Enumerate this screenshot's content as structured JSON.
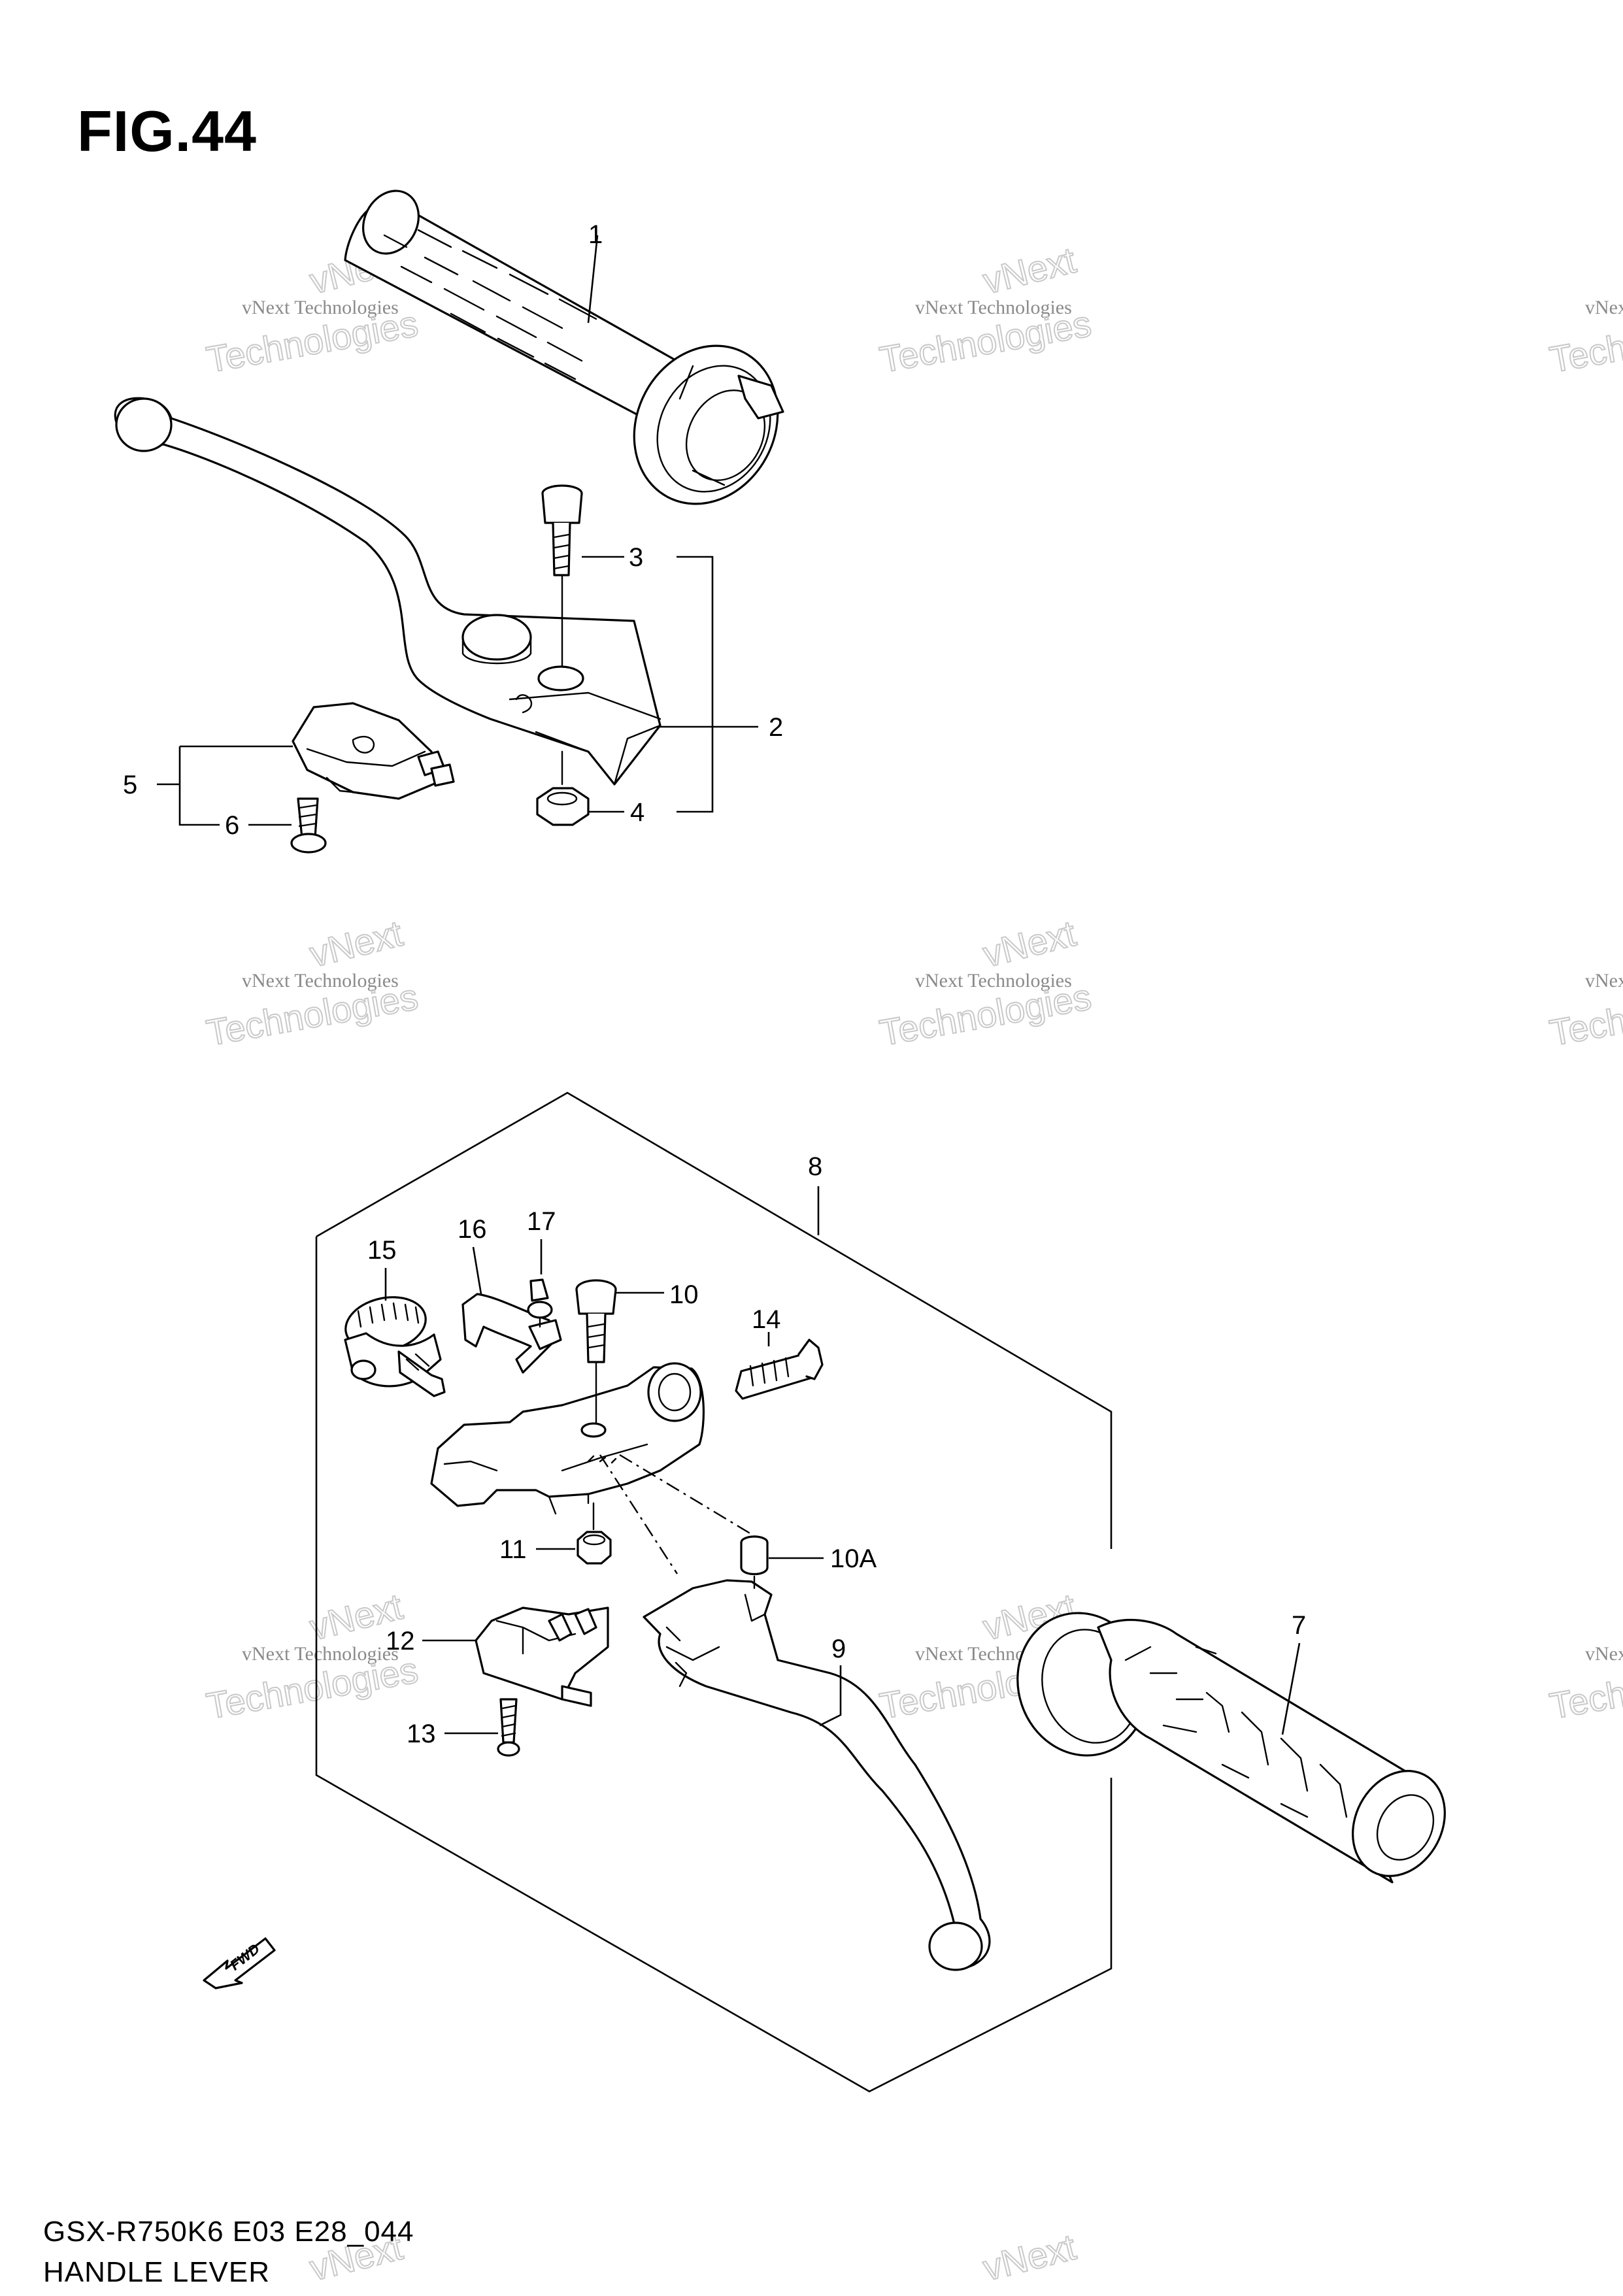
{
  "figure": {
    "title": "FIG.44",
    "model_code": "GSX-R750K6 E03 E28_044",
    "name": "HANDLE LEVER"
  },
  "watermark": {
    "line1": "vNext Technologies",
    "line2": "vNext",
    "line3": "Technologies"
  },
  "direction_badge": "FWD",
  "callouts": {
    "p1": "1",
    "p2": "2",
    "p3": "3",
    "p4": "4",
    "p5": "5",
    "p6": "6",
    "p7": "7",
    "p8": "8",
    "p9": "9",
    "p10": "10",
    "p10a": "10A",
    "p11": "11",
    "p12": "12",
    "p13": "13",
    "p14": "14",
    "p15": "15",
    "p16": "16",
    "p17": "17"
  },
  "icons": {
    "fwd_arrow": "fwd-arrow-icon"
  }
}
